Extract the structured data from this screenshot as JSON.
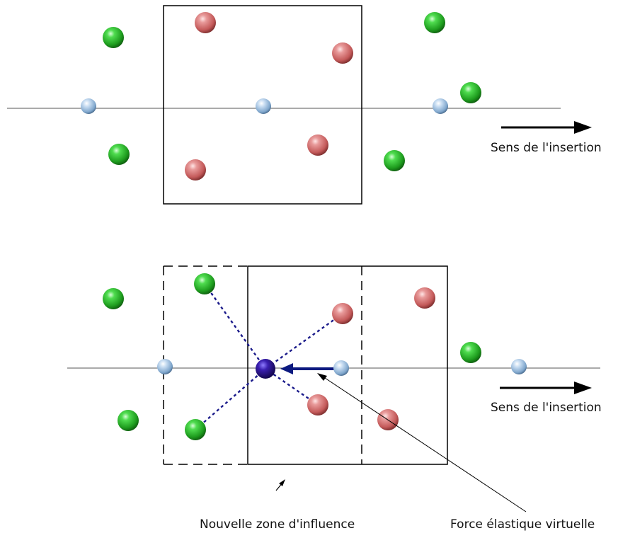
{
  "labels": {
    "insertion_direction_top": "Sens de l'insertion",
    "insertion_direction_bottom": "Sens de l'insertion",
    "new_influence_zone": "Nouvelle zone d'influence",
    "virtual_elastic_force": "Force élastique virtuelle"
  },
  "colors": {
    "green_sphere": "#22b022",
    "red_sphere": "#d06a6a",
    "blue_sphere": "#a7c8e8",
    "dark_sphere": "#2a1090",
    "dashed_link": "#1a1a8a",
    "force_arrow": "#0c1a80",
    "lines": "#000000"
  }
}
